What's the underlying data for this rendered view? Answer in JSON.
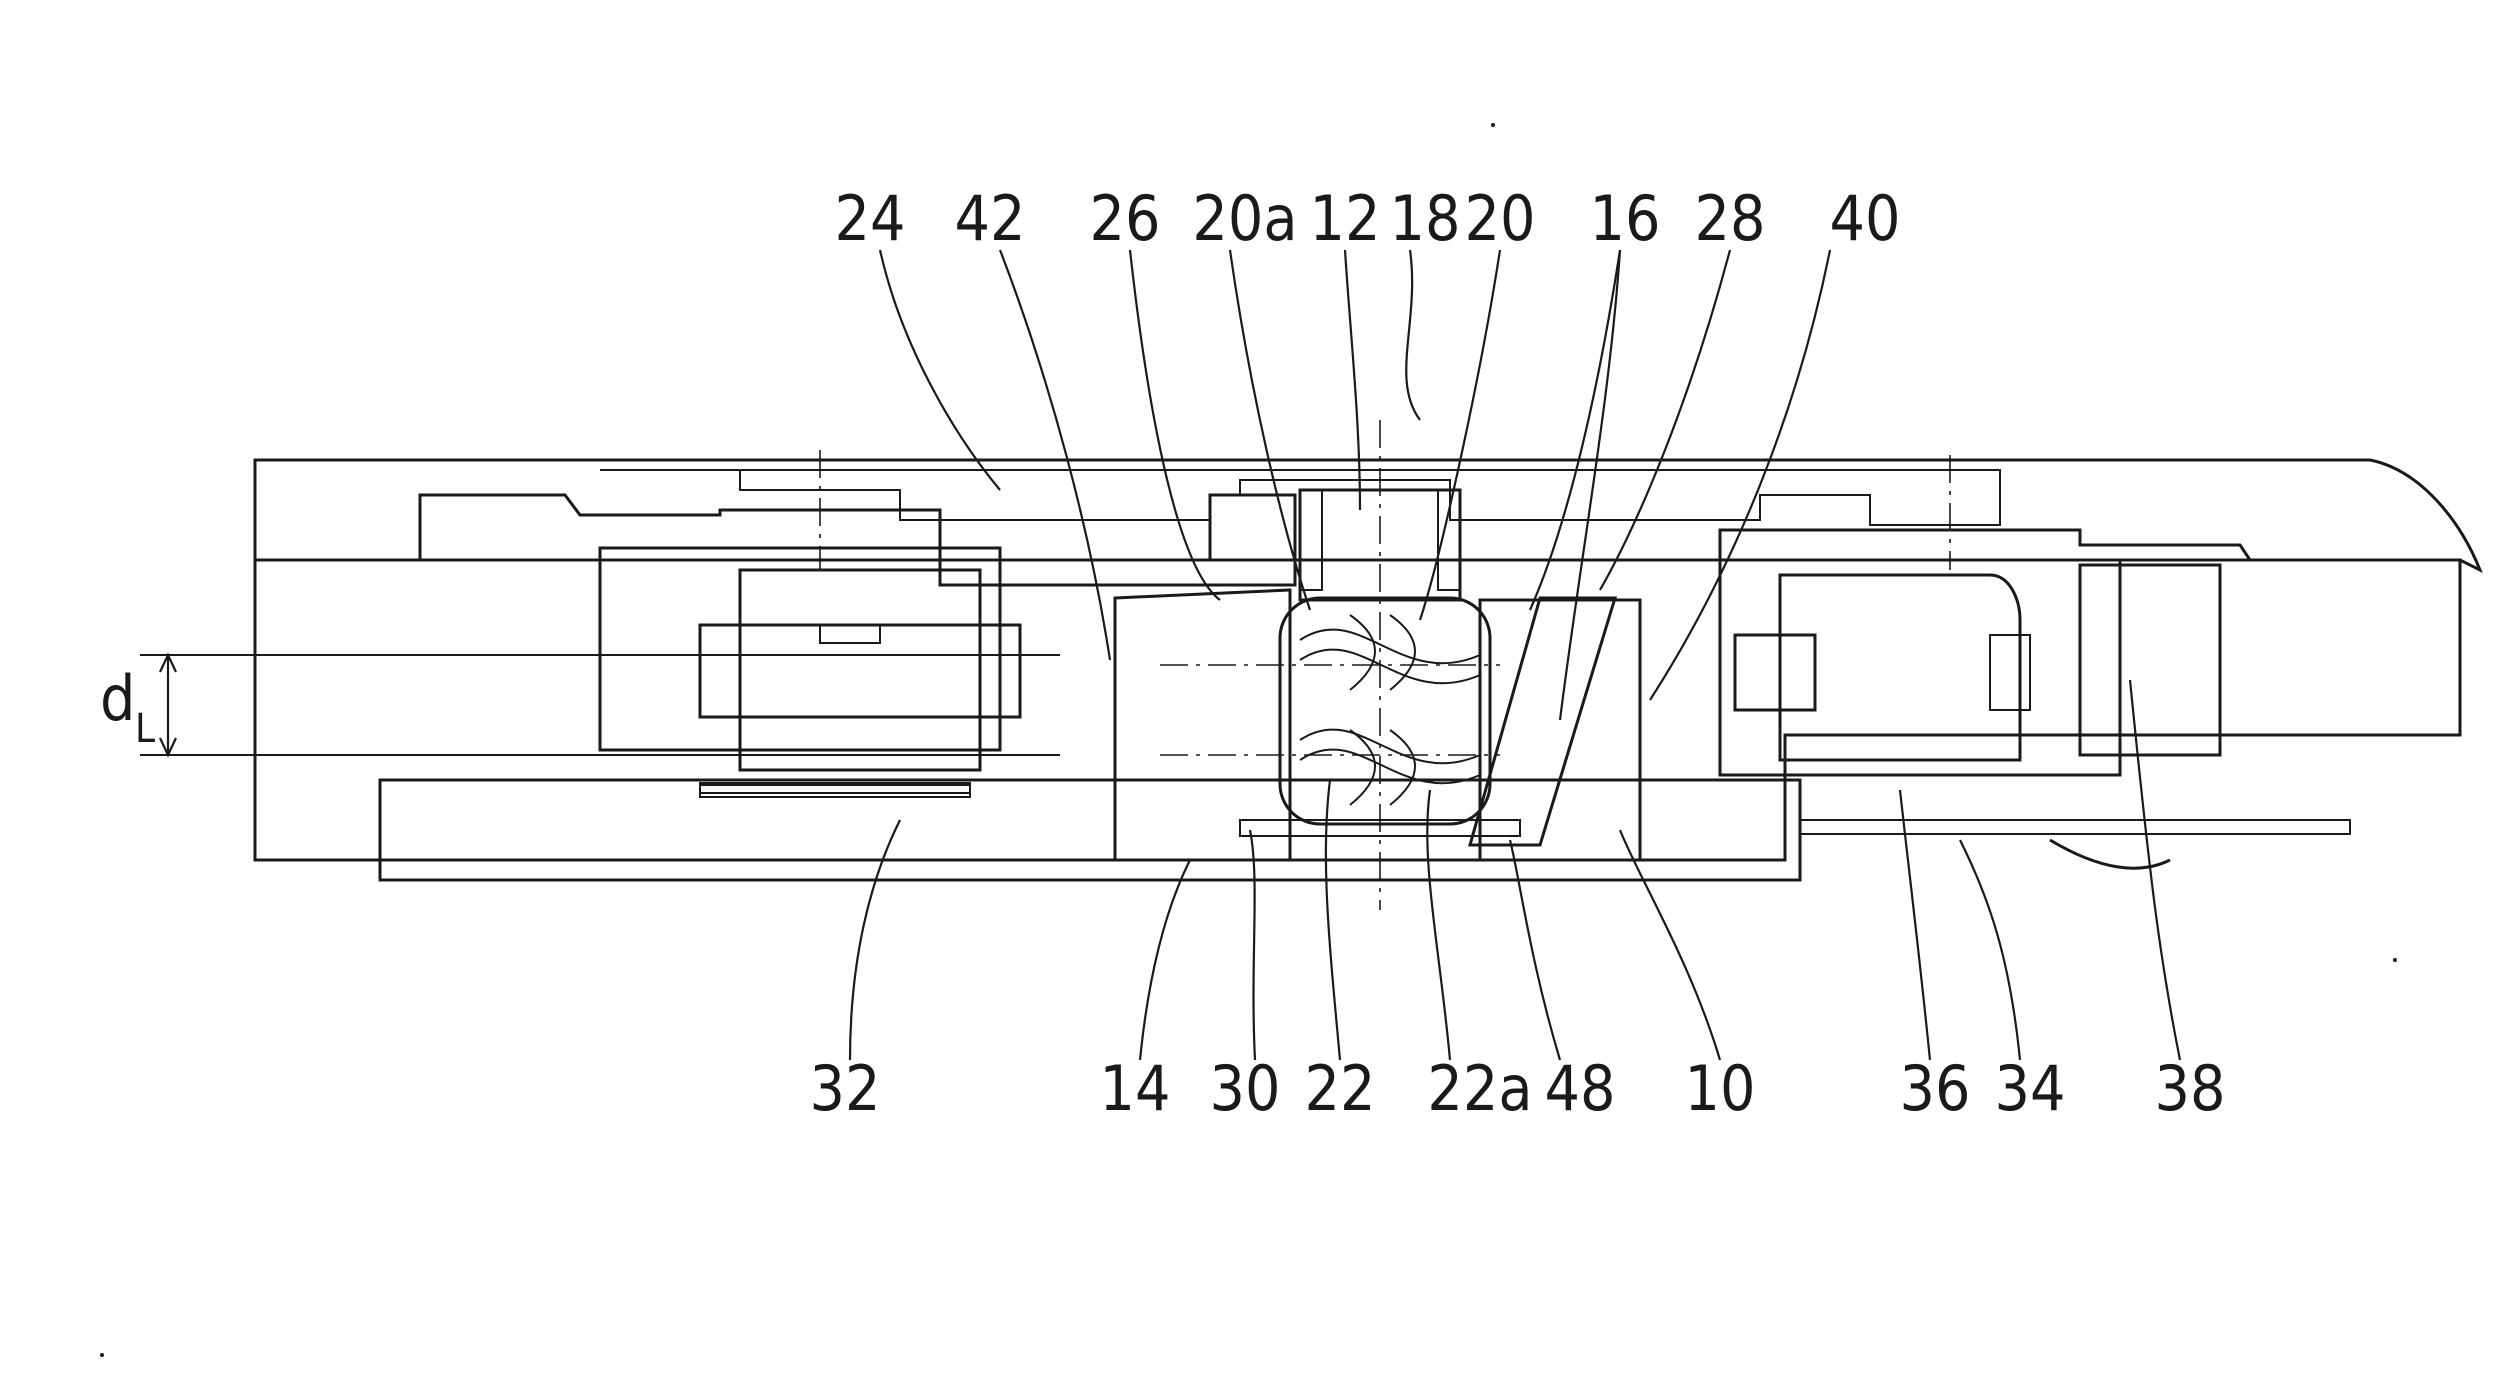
{
  "figure": {
    "dimension_label": "d",
    "dimension_subscript": "L",
    "top_labels": [
      "24",
      "42",
      "26",
      "20a",
      "12",
      "18",
      "20",
      "16",
      "28",
      "40"
    ],
    "bottom_labels": [
      "32",
      "14",
      "30",
      "22",
      "22a",
      "48",
      "10",
      "36",
      "34",
      "38"
    ]
  }
}
